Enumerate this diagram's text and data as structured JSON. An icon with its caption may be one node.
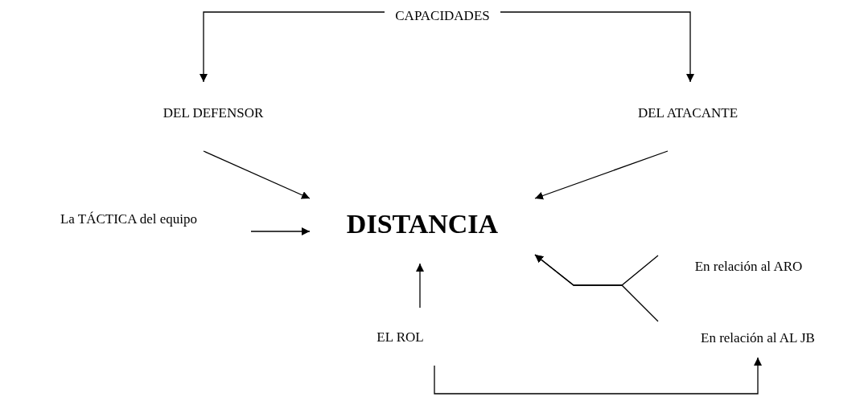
{
  "diagram": {
    "nodes": [
      {
        "text": [
          "CAPACIDADES"
        ]
      },
      {
        "text": [
          "DEL DEFENSOR"
        ]
      },
      {
        "text": [
          "DEL ATACANTE"
        ]
      },
      {
        "text": [
          "La TÁCTICA del equipo"
        ]
      },
      {
        "text": [
          "DISTANCIA"
        ]
      },
      {
        "text": [
          "En relación al ARO"
        ]
      },
      {
        "text": [
          "EL ROL"
        ]
      },
      {
        "text": [
          "En relación al AL JB"
        ]
      }
    ],
    "edges": [
      {
        "from": 0,
        "to": 1,
        "arrow": "to"
      },
      {
        "from": 0,
        "to": 2,
        "arrow": "to"
      },
      {
        "from": 1,
        "to": 4,
        "arrow": "to"
      },
      {
        "from": 2,
        "to": 4,
        "arrow": "to"
      },
      {
        "from": 3,
        "to": 4,
        "arrow": "to"
      },
      {
        "from": 6,
        "to": 4,
        "arrow": "to"
      },
      {
        "from": 5,
        "to": 4,
        "arrow": "to"
      },
      {
        "from": 7,
        "to": 4,
        "arrow": "to"
      },
      {
        "from": 6,
        "to": 7,
        "arrow": "to"
      }
    ]
  }
}
